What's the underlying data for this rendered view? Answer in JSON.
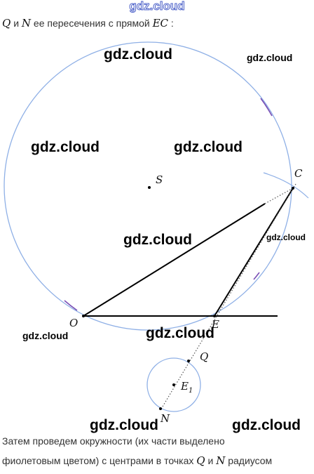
{
  "header": {
    "site": "gdz.cloud"
  },
  "intro": {
    "p1": "Q",
    "p2": " и ",
    "p3": "N",
    "p4": " ее пересечения с прямой ",
    "p5": "EC",
    "p6": " :"
  },
  "labels": {
    "S": "S",
    "C": "C",
    "O": "O",
    "E": "E",
    "Q": "Q",
    "E1": "E",
    "E1_sub": "1",
    "N": "N"
  },
  "watermarks": {
    "w1": "gdz.cloud",
    "w2": "gdz.cloud",
    "w3": "gdz.cloud",
    "w4": "gdz.cloud",
    "w5": "gdz.cloud",
    "w6": "gdz.cloud",
    "w7": "gdz.cloud",
    "w8": "gdz.cloud",
    "w9": "gdz.cloud",
    "w10": "gdz.cloud"
  },
  "outro": {
    "line1": "Затем проведем окружности (их части  выделено",
    "line2a": "фиолетовым цветом) с центрами в точках ",
    "line2b": "Q",
    "line2c": " и ",
    "line2d": "N",
    "line2e": " радиусом"
  },
  "colors": {
    "circle": "#8fb0e6",
    "arc_highlight": "#7a4fb5",
    "segment": "#000000",
    "dotted": "#555555"
  }
}
